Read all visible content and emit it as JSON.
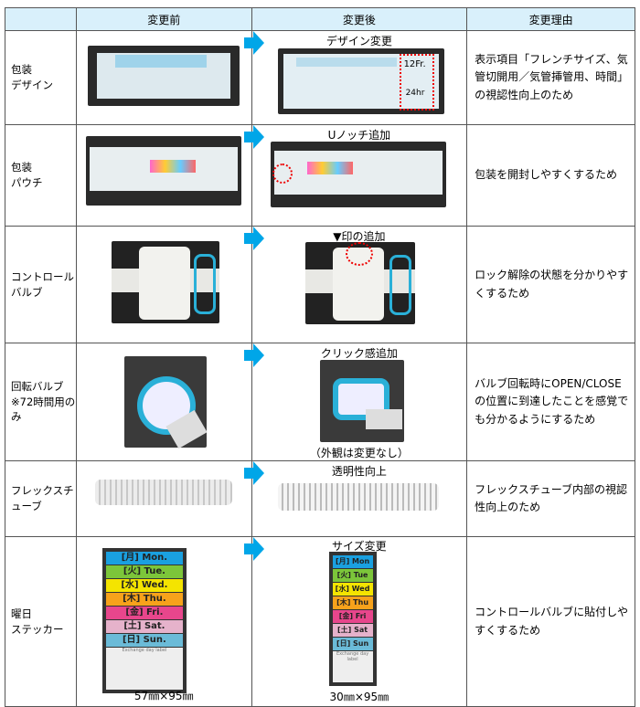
{
  "headers": [
    "",
    "変更前",
    "変更後",
    "変更理由"
  ],
  "rows": [
    {
      "category": "包装\nデザイン",
      "after_caption": "デザイン変更",
      "reason": "表示項目「フレンチサイズ、気管切開用／気管挿管用、時間」の視認性向上のため"
    },
    {
      "category": "包装\nパウチ",
      "after_caption": "Uノッチ追加",
      "reason": "包装を開封しやすくするため"
    },
    {
      "category": "コントロールバルブ",
      "after_caption": "▼印の追加",
      "reason": "ロック解除の状態を分かりやすくするため"
    },
    {
      "category": "回転バルブ\n※72時間用のみ",
      "after_caption": "クリック感追加",
      "after_note": "（外観は変更なし）",
      "reason": "バルブ回転時にOPEN/CLOSEの位置に到達したことを感覚でも分かるようにするため"
    },
    {
      "category": "フレックスチューブ",
      "after_caption": "透明性向上",
      "reason": "フレックスチューブ内部の視認性向上のため"
    },
    {
      "category": "曜日\nステッカー",
      "after_caption": "サイズ変更",
      "before_size": "57㎜×95㎜",
      "after_size": "30㎜×95㎜",
      "reason": "コントロールバルブに貼付しやすくするため"
    }
  ],
  "sticker": {
    "before_days": [
      "[月] Mon.",
      "[火] Tue.",
      "[水] Wed.",
      "[木] Thu.",
      "[金] Fri.",
      "[土] Sat.",
      "[日] Sun."
    ],
    "after_days": [
      "[月] Mon",
      "[火] Tue",
      "[水] Wed",
      "[木] Thu",
      "[金] Fri",
      "[土] Sat",
      "[日] Sun"
    ],
    "label": "Exchange day label",
    "colors": [
      "#1aa0e0",
      "#7cc63a",
      "#f4e400",
      "#f7a21b",
      "#e8468c",
      "#e6b2cb",
      "#6bbbd8"
    ]
  },
  "package": {
    "size": "12Fr.",
    "time": "24hr"
  },
  "accent": "#00a6e8"
}
